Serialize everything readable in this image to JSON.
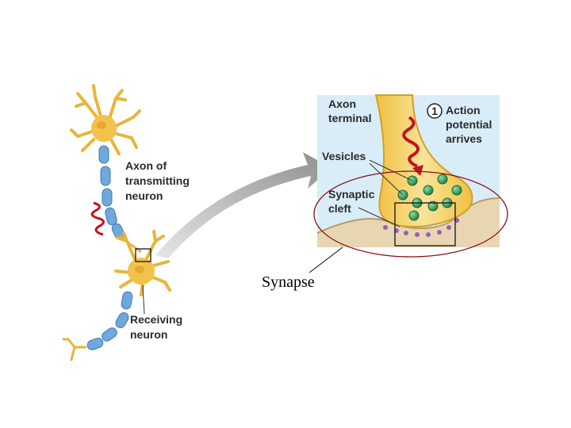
{
  "labels": {
    "axon_of_transmitting_neuron": [
      "Axon of",
      "transmitting",
      "neuron"
    ],
    "receiving_neuron": [
      "Receiving",
      "neuron"
    ],
    "axon_terminal": [
      "Axon",
      "terminal"
    ],
    "vesicles": "Vesicles",
    "synaptic_cleft": [
      "Synaptic",
      "cleft"
    ],
    "step_number": "1",
    "action_potential_arrives": [
      "Action",
      "potential",
      "arrives"
    ],
    "synapse": "Synapse"
  },
  "colors": {
    "neuron_body": "#f3c24a",
    "myelin": "#6fa8dc",
    "impulse": "#c0141c",
    "vesicle": "#2e9e4f",
    "receptor": "#9a5fb5",
    "inset_background": "#d9edf8",
    "postsynaptic": "#e8d6b3",
    "arrow": "#a9a9a9"
  }
}
